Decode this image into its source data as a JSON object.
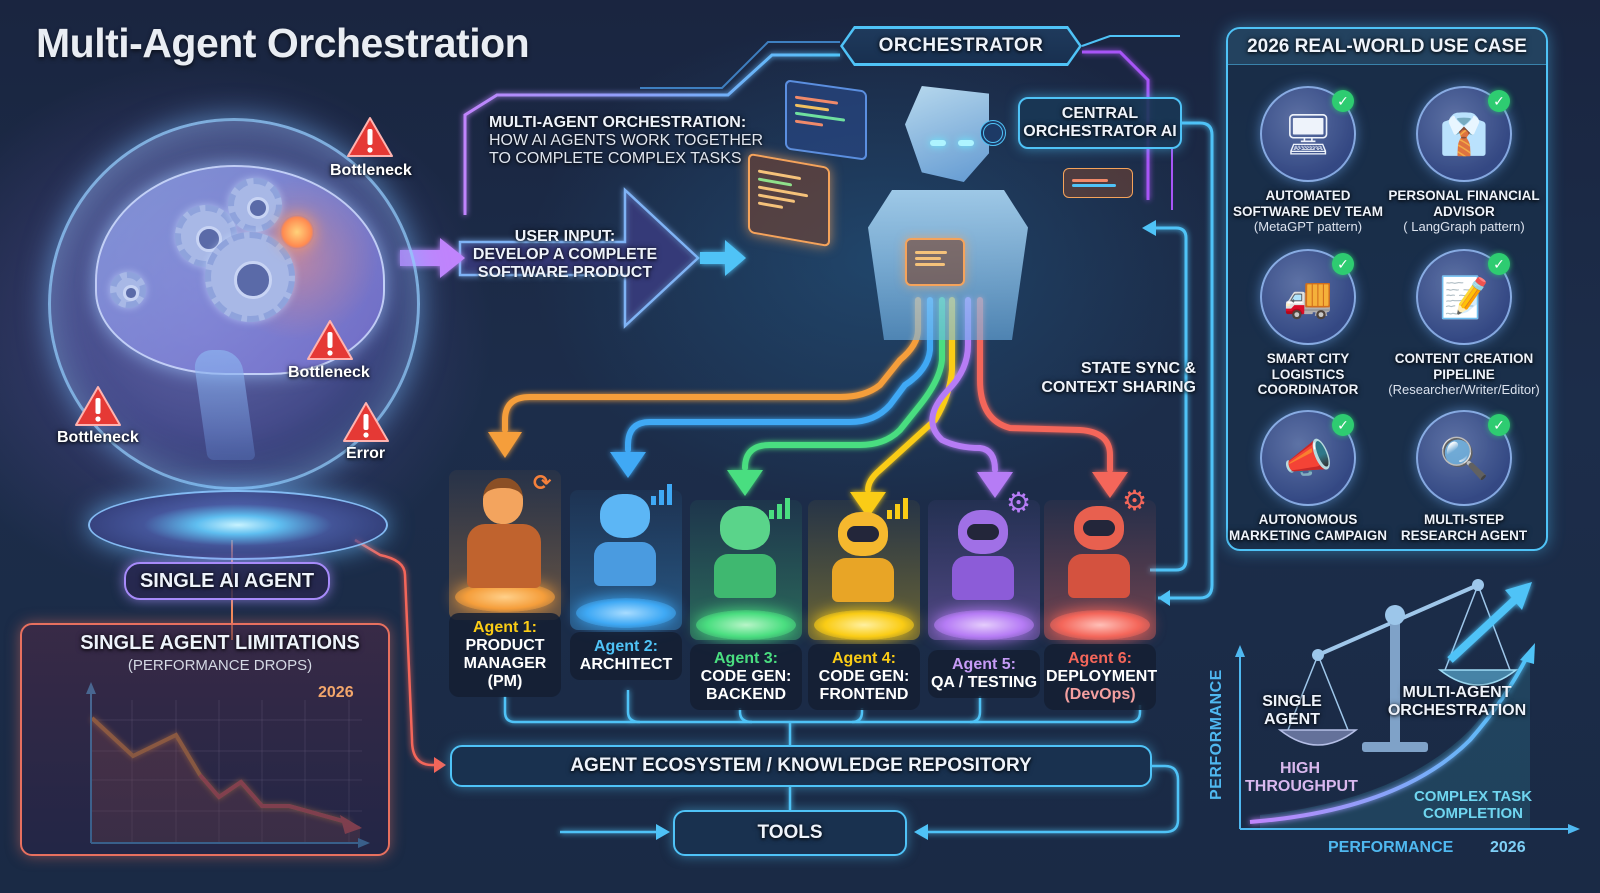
{
  "title": "Multi-Agent Orchestration",
  "left": {
    "single_agent_label": "SINGLE AI AGENT",
    "warnings": [
      {
        "label": "Bottleneck",
        "icon": "warning-triangle-icon"
      },
      {
        "label": "Bottleneck",
        "icon": "warning-triangle-icon"
      },
      {
        "label": "Bottleneck",
        "icon": "warning-triangle-icon"
      },
      {
        "label": "Error",
        "icon": "warning-triangle-icon"
      }
    ],
    "limitations": {
      "title": "SINGLE AGENT LIMITATIONS",
      "subtitle": "(PERFORMANCE DROPS)",
      "year_label": "2026"
    }
  },
  "center": {
    "heading_bold": "MULTI-AGENT ORCHESTRATION:",
    "heading_line2": "HOW AI AGENTS WORK TOGETHER",
    "heading_line3": "TO COMPLETE COMPLEX TASKS",
    "user_input_line1": "USER INPUT:",
    "user_input_line2": "DEVELOP A COMPLETE",
    "user_input_line3": "SOFTWARE PRODUCT",
    "orchestrator_label": "ORCHESTRATOR",
    "central_ai_line1": "CENTRAL",
    "central_ai_line2": "ORCHESTRATOR AI",
    "state_sync_line1": "STATE SYNC &",
    "state_sync_line2": "CONTEXT SHARING",
    "ecosystem_label": "AGENT ECOSYSTEM / KNOWLEDGE REPOSITORY",
    "tools_label": "TOOLS"
  },
  "agents": [
    {
      "num": "Agent 1:",
      "role_line1": "PRODUCT",
      "role_line2": "MANAGER",
      "role_line3": "(PM)",
      "color": "#f59e3b",
      "icon": "refresh-icon"
    },
    {
      "num": "Agent 2:",
      "role_line1": "ARCHITECT",
      "role_line2": "",
      "role_line3": "",
      "color": "#3fa9f5",
      "icon": "bar-chart-icon"
    },
    {
      "num": "Agent 3:",
      "role_line1": "CODE GEN:",
      "role_line2": "BACKEND",
      "role_line3": "",
      "color": "#4ade80",
      "icon": "bar-chart-icon"
    },
    {
      "num": "Agent 4:",
      "role_line1": "CODE GEN:",
      "role_line2": "FRONTEND",
      "role_line3": "",
      "color": "#facc15",
      "icon": "bar-chart-icon"
    },
    {
      "num": "Agent 5:",
      "role_line1": "QA / TESTING",
      "role_line2": "",
      "role_line3": "",
      "color": "#b67cf5",
      "icon": "gear-check-icon"
    },
    {
      "num": "Agent 6:",
      "role_line1": "DEPLOYMENT",
      "role_line2": "(DevOps)",
      "role_line3": "",
      "color": "#f4665a",
      "icon": "gear-icon"
    }
  ],
  "use_cases": {
    "header": "2026 REAL-WORLD USE CASE",
    "items": [
      {
        "name_line1": "AUTOMATED",
        "name_line2": "SOFTWARE DEV TEAM",
        "name_line3": "",
        "pattern": "(MetaGPT pattern)",
        "icon": "computer-gears-icon",
        "glyph": "🖥"
      },
      {
        "name_line1": "PERSONAL FINANCIAL",
        "name_line2": "ADVISOR",
        "name_line3": "",
        "pattern": "( LangGraph pattern)",
        "icon": "advisor-laptop-icon",
        "glyph": "👔"
      },
      {
        "name_line1": "SMART CITY",
        "name_line2": "LOGISTICS",
        "name_line3": "COORDINATOR",
        "pattern": "",
        "icon": "city-truck-icon",
        "glyph": "🚚"
      },
      {
        "name_line1": "CONTENT CREATION",
        "name_line2": "PIPELINE",
        "name_line3": "",
        "pattern": "(Researcher/Writer/Editor)",
        "icon": "document-pencil-icon",
        "glyph": "📝"
      },
      {
        "name_line1": "AUTONOMOUS",
        "name_line2": "MARKETING CAMPAIGN",
        "name_line3": "",
        "pattern": "",
        "icon": "megaphone-icon",
        "glyph": "📣"
      },
      {
        "name_line1": "MULTI-STEP",
        "name_line2": "RESEARCH AGENT",
        "name_line3": "",
        "pattern": "",
        "icon": "magnifier-icon",
        "glyph": "🔍"
      }
    ],
    "check_glyph": "✓"
  },
  "comparison": {
    "single_line1": "SINGLE",
    "single_line2": "AGENT",
    "multi_line1": "MULTI-AGENT",
    "multi_line2": "ORCHESTRATION",
    "high_line1": "HIGH",
    "high_line2": "THROUGHPUT",
    "complex_line1": "COMPLEX TASK",
    "complex_line2": "COMPLETION",
    "y_axis": "PERFORMANCE",
    "x_axis": "PERFORMANCE",
    "year": "2026"
  },
  "colors": {
    "accent_cyan": "#4fc3f7",
    "accent_purple": "#a78bfa",
    "warning_red": "#e53935",
    "limit_border": "#e7705f",
    "check_green": "#2ecc71"
  },
  "chart_data": [
    {
      "type": "line",
      "title": "SINGLE AGENT LIMITATIONS",
      "subtitle": "(PERFORMANCE DROPS)",
      "annotation": "2026",
      "xlabel": "",
      "ylabel": "",
      "x": [
        0,
        1,
        2,
        2.5,
        3,
        3.5,
        4,
        4.6,
        6.3
      ],
      "values": [
        0.88,
        0.65,
        0.78,
        0.55,
        0.35,
        0.45,
        0.24,
        0.24,
        0.03
      ],
      "ylim": [
        0,
        1
      ],
      "grid": true,
      "trend": "declining"
    },
    {
      "type": "line",
      "title": "",
      "xlabel": "PERFORMANCE",
      "ylabel": "PERFORMANCE",
      "annotations": [
        "SINGLE AGENT",
        "MULTI-AGENT ORCHESTRATION",
        "HIGH THROUGHPUT",
        "COMPLEX TASK COMPLETION",
        "2026"
      ],
      "x": [
        0,
        0.2,
        0.4,
        0.6,
        0.8,
        1.0
      ],
      "values": [
        0.02,
        0.05,
        0.12,
        0.25,
        0.5,
        0.95
      ],
      "trend": "exponential rise"
    }
  ]
}
